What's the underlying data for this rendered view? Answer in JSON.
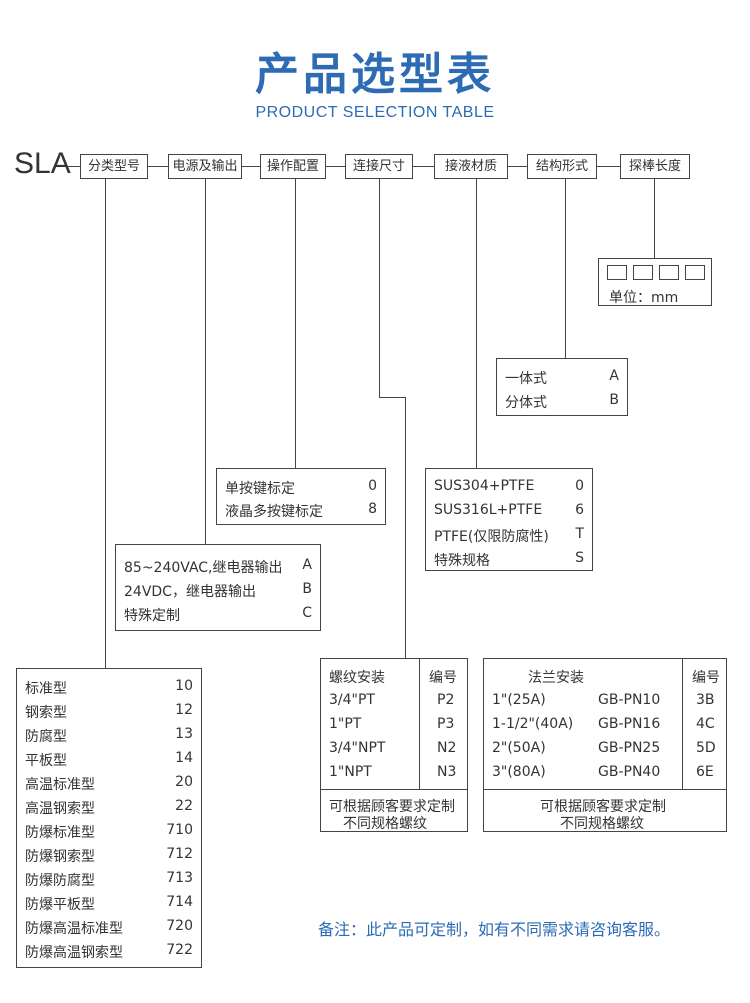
{
  "title": "产品选型表",
  "subtitle": "PRODUCT SELECTION TABLE",
  "model_prefix": "SLA",
  "headers": [
    "分类型号",
    "电源及输出",
    "操作配置",
    "连接尺寸",
    "接液材质",
    "结构形式",
    "探棒长度"
  ],
  "length_table": {
    "unit_label": "单位：mm"
  },
  "structure_table": {
    "rows": [
      {
        "label": "一体式",
        "code": "A"
      },
      {
        "label": "分体式",
        "code": "B"
      }
    ]
  },
  "material_table": {
    "rows": [
      {
        "label": "SUS304+PTFE",
        "code": "0"
      },
      {
        "label": "SUS316L+PTFE",
        "code": "6"
      },
      {
        "label": "PTFE(仅限防腐性)",
        "code": "T"
      },
      {
        "label": "特殊规格",
        "code": "S"
      }
    ]
  },
  "operation_table": {
    "rows": [
      {
        "label": "单按键标定",
        "code": "0"
      },
      {
        "label": "液晶多按键标定",
        "code": "8"
      }
    ]
  },
  "power_table": {
    "rows": [
      {
        "label": "85~240VAC,继电器输出",
        "code": "A"
      },
      {
        "label": "24VDC，继电器输出",
        "code": "B"
      },
      {
        "label": "特殊定制",
        "code": "C"
      }
    ]
  },
  "type_table": {
    "rows": [
      {
        "label": "标准型",
        "code": "10"
      },
      {
        "label": "钢索型",
        "code": "12"
      },
      {
        "label": "防腐型",
        "code": "13"
      },
      {
        "label": "平板型",
        "code": "14"
      },
      {
        "label": "高温标准型",
        "code": "20"
      },
      {
        "label": "高温钢索型",
        "code": "22"
      },
      {
        "label": "防爆标准型",
        "code": "710"
      },
      {
        "label": "防爆钢索型",
        "code": "712"
      },
      {
        "label": "防爆防腐型",
        "code": "713"
      },
      {
        "label": "防爆平板型",
        "code": "714"
      },
      {
        "label": "防爆高温标准型",
        "code": "720"
      },
      {
        "label": "防爆高温钢索型",
        "code": "722"
      }
    ]
  },
  "thread_table": {
    "header_label": "螺纹安装",
    "header_code": "编号",
    "rows": [
      {
        "label": "3/4\"PT",
        "code": "P2"
      },
      {
        "label": "1\"PT",
        "code": "P3"
      },
      {
        "label": "3/4\"NPT",
        "code": "N2"
      },
      {
        "label": "1\"NPT",
        "code": "N3"
      }
    ],
    "footer_line1": "可根据顾客要求定制",
    "footer_line2": "不同规格螺纹"
  },
  "flange_table": {
    "header_label": "法兰安装",
    "header_code": "编号",
    "rows": [
      {
        "size": "1\"(25A)",
        "standard": "GB-PN10",
        "code": "3B"
      },
      {
        "size": "1-1/2\"(40A)",
        "standard": "GB-PN16",
        "code": "4C"
      },
      {
        "size": "2\"(50A)",
        "standard": "GB-PN25",
        "code": "5D"
      },
      {
        "size": "3\"(80A)",
        "standard": "GB-PN40",
        "code": "6E"
      }
    ],
    "footer_line1": "可根据顾客要求定制",
    "footer_line2": "不同规格螺纹"
  },
  "note": "备注：此产品可定制，如有不同需求请咨询客服。",
  "colors": {
    "accent": "#2d6bb5",
    "text": "#333333",
    "line": "#444444"
  }
}
